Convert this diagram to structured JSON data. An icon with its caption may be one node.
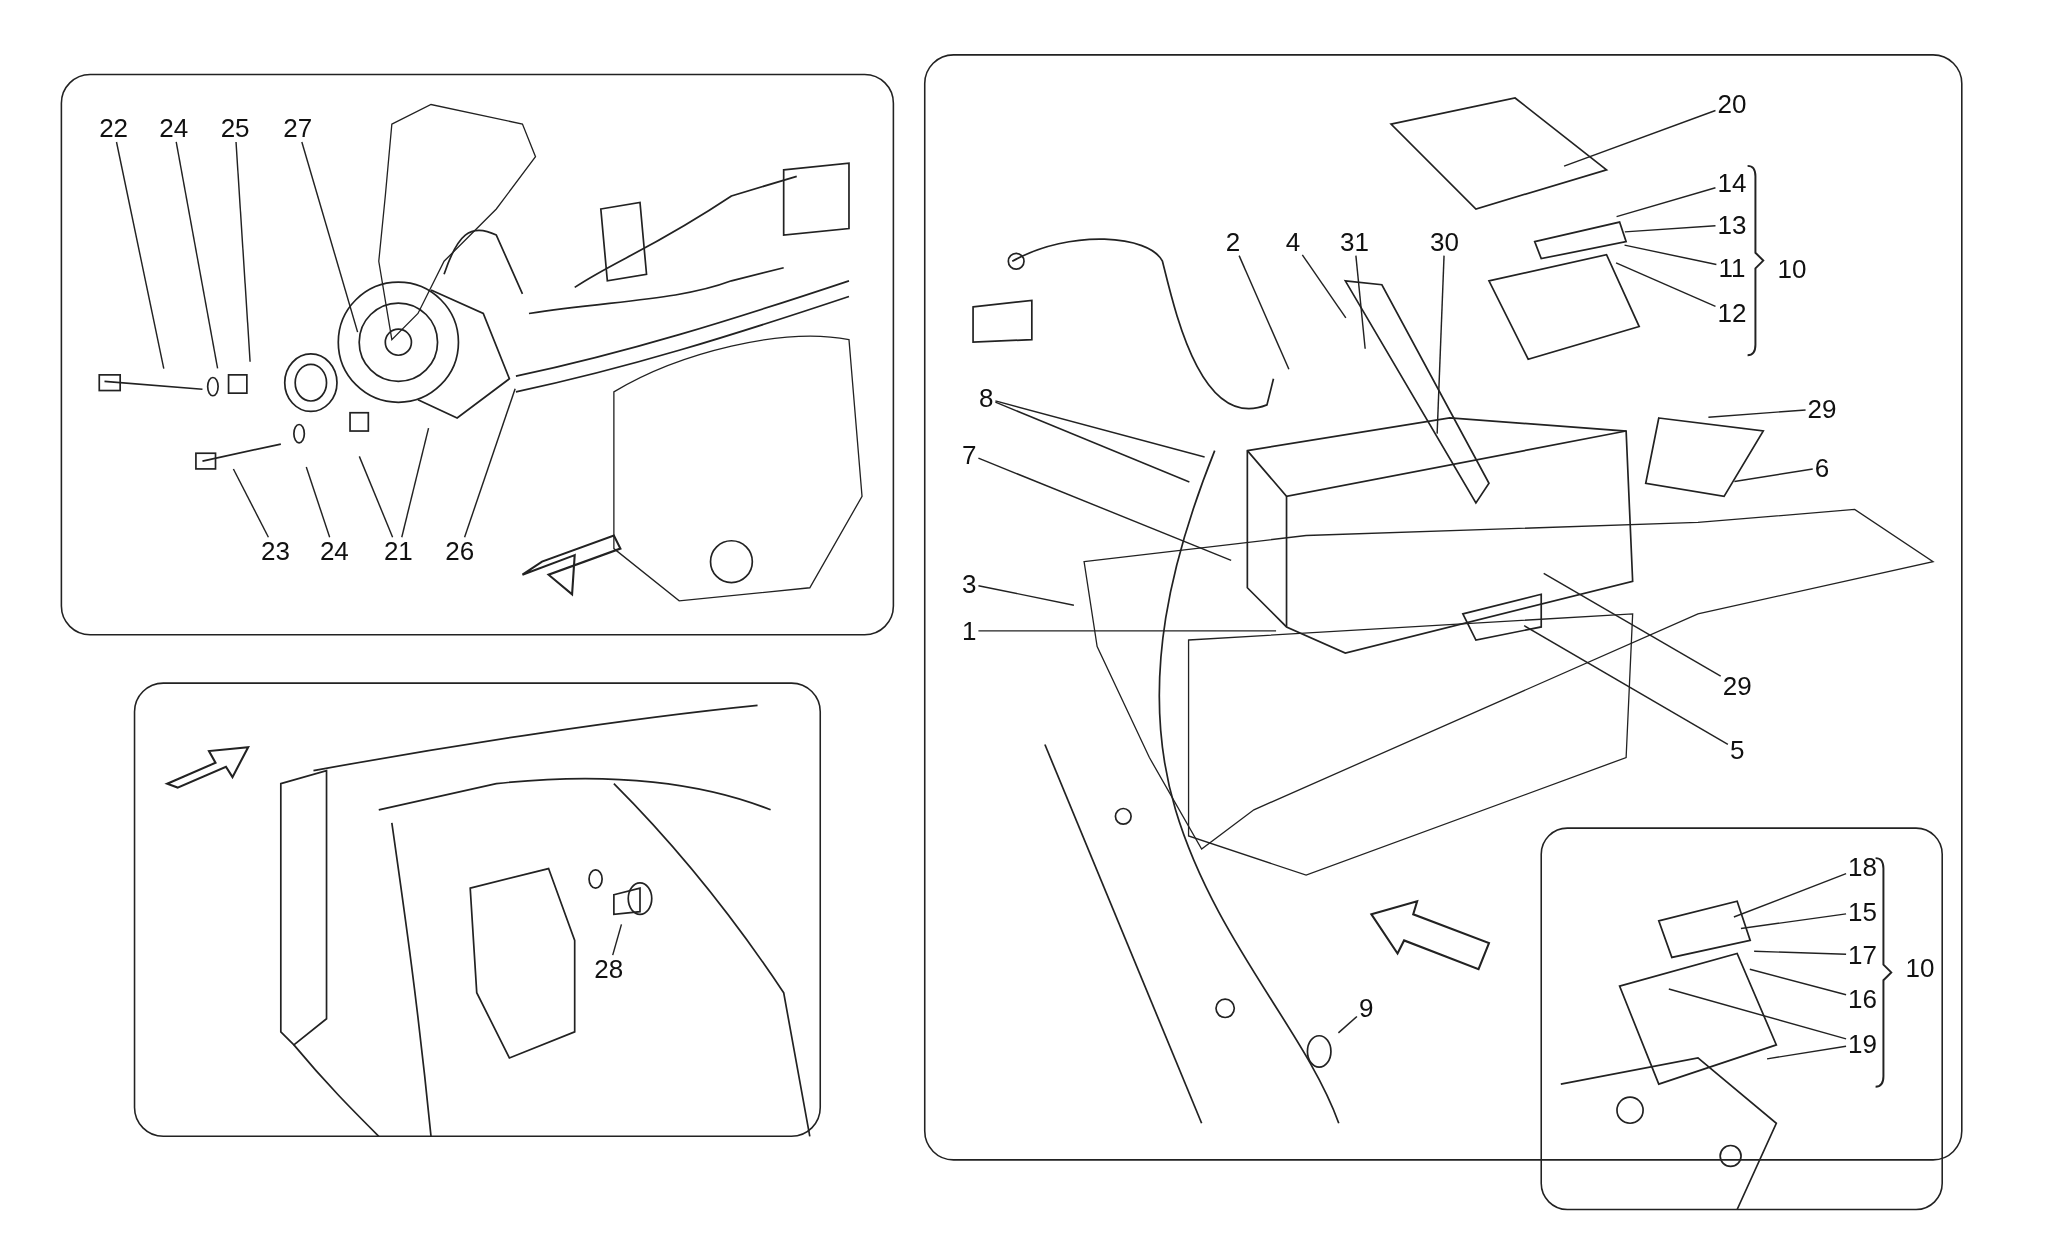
{
  "diagram": {
    "nodes": [
      {
        "text": [
          "22"
        ]
      },
      {
        "text": [
          "24"
        ]
      },
      {
        "text": [
          "25"
        ]
      },
      {
        "text": [
          "27"
        ]
      },
      {
        "text": [
          "23"
        ]
      },
      {
        "text": [
          "24"
        ]
      },
      {
        "text": [
          "21"
        ]
      },
      {
        "text": [
          "26"
        ]
      },
      {
        "text": [
          "28"
        ]
      },
      {
        "text": [
          "20"
        ]
      },
      {
        "text": [
          "14"
        ]
      },
      {
        "text": [
          "13"
        ]
      },
      {
        "text": [
          "11"
        ]
      },
      {
        "text": [
          "12"
        ]
      },
      {
        "text": [
          "2"
        ]
      },
      {
        "text": [
          "4"
        ]
      },
      {
        "text": [
          "31"
        ]
      },
      {
        "text": [
          "30"
        ]
      },
      {
        "text": [
          "8"
        ]
      },
      {
        "text": [
          "7"
        ]
      },
      {
        "text": [
          "3"
        ]
      },
      {
        "text": [
          "1"
        ]
      },
      {
        "text": [
          "29"
        ]
      },
      {
        "text": [
          "6"
        ]
      },
      {
        "text": [
          "29"
        ]
      },
      {
        "text": [
          "5"
        ]
      },
      {
        "text": [
          "9"
        ]
      },
      {
        "text": [
          "18"
        ]
      },
      {
        "text": [
          "15"
        ]
      },
      {
        "text": [
          "17"
        ]
      },
      {
        "text": [
          "16"
        ]
      },
      {
        "text": [
          "19"
        ]
      }
    ],
    "edges": [
      {
        "from": 0,
        "to": null,
        "arrow": "none"
      },
      {
        "from": 1,
        "to": null,
        "arrow": "none"
      },
      {
        "from": 2,
        "to": null,
        "arrow": "none"
      },
      {
        "from": 3,
        "to": null,
        "arrow": "none"
      },
      {
        "from": 4,
        "to": null,
        "arrow": "none"
      },
      {
        "from": 5,
        "to": null,
        "arrow": "none"
      },
      {
        "from": 6,
        "to": null,
        "arrow": "none"
      },
      {
        "from": 6,
        "to": null,
        "arrow": "none"
      },
      {
        "from": 7,
        "to": null,
        "arrow": "none"
      },
      {
        "from": 8,
        "to": null,
        "arrow": "none"
      },
      {
        "from": 9,
        "to": null,
        "arrow": "none"
      },
      {
        "from": 10,
        "to": null,
        "arrow": "none"
      },
      {
        "from": 11,
        "to": null,
        "arrow": "none"
      },
      {
        "from": 12,
        "to": null,
        "arrow": "none"
      },
      {
        "from": 13,
        "to": null,
        "arrow": "none"
      },
      {
        "from": 14,
        "to": null,
        "arrow": "none"
      },
      {
        "from": 15,
        "to": null,
        "arrow": "none"
      },
      {
        "from": 16,
        "to": null,
        "arrow": "none"
      },
      {
        "from": 17,
        "to": null,
        "arrow": "none"
      },
      {
        "from": 18,
        "to": null,
        "arrow": "none"
      },
      {
        "from": 18,
        "to": null,
        "arrow": "none"
      },
      {
        "from": 19,
        "to": null,
        "arrow": "none"
      },
      {
        "from": 20,
        "to": null,
        "arrow": "none"
      },
      {
        "from": 21,
        "to": null,
        "arrow": "none"
      },
      {
        "from": 22,
        "to": null,
        "arrow": "none"
      },
      {
        "from": 23,
        "to": null,
        "arrow": "none"
      },
      {
        "from": 24,
        "to": null,
        "arrow": "none"
      },
      {
        "from": 25,
        "to": null,
        "arrow": "none"
      },
      {
        "from": 26,
        "to": null,
        "arrow": "none"
      },
      {
        "from": 27,
        "to": null,
        "arrow": "none"
      },
      {
        "from": 28,
        "to": null,
        "arrow": "none"
      },
      {
        "from": 29,
        "to": null,
        "arrow": "none"
      },
      {
        "from": 30,
        "to": null,
        "arrow": "none"
      },
      {
        "from": 31,
        "to": null,
        "arrow": "none"
      },
      {
        "from": 31,
        "to": null,
        "arrow": "none"
      }
    ],
    "labels": [
      "10",
      "10"
    ]
  }
}
